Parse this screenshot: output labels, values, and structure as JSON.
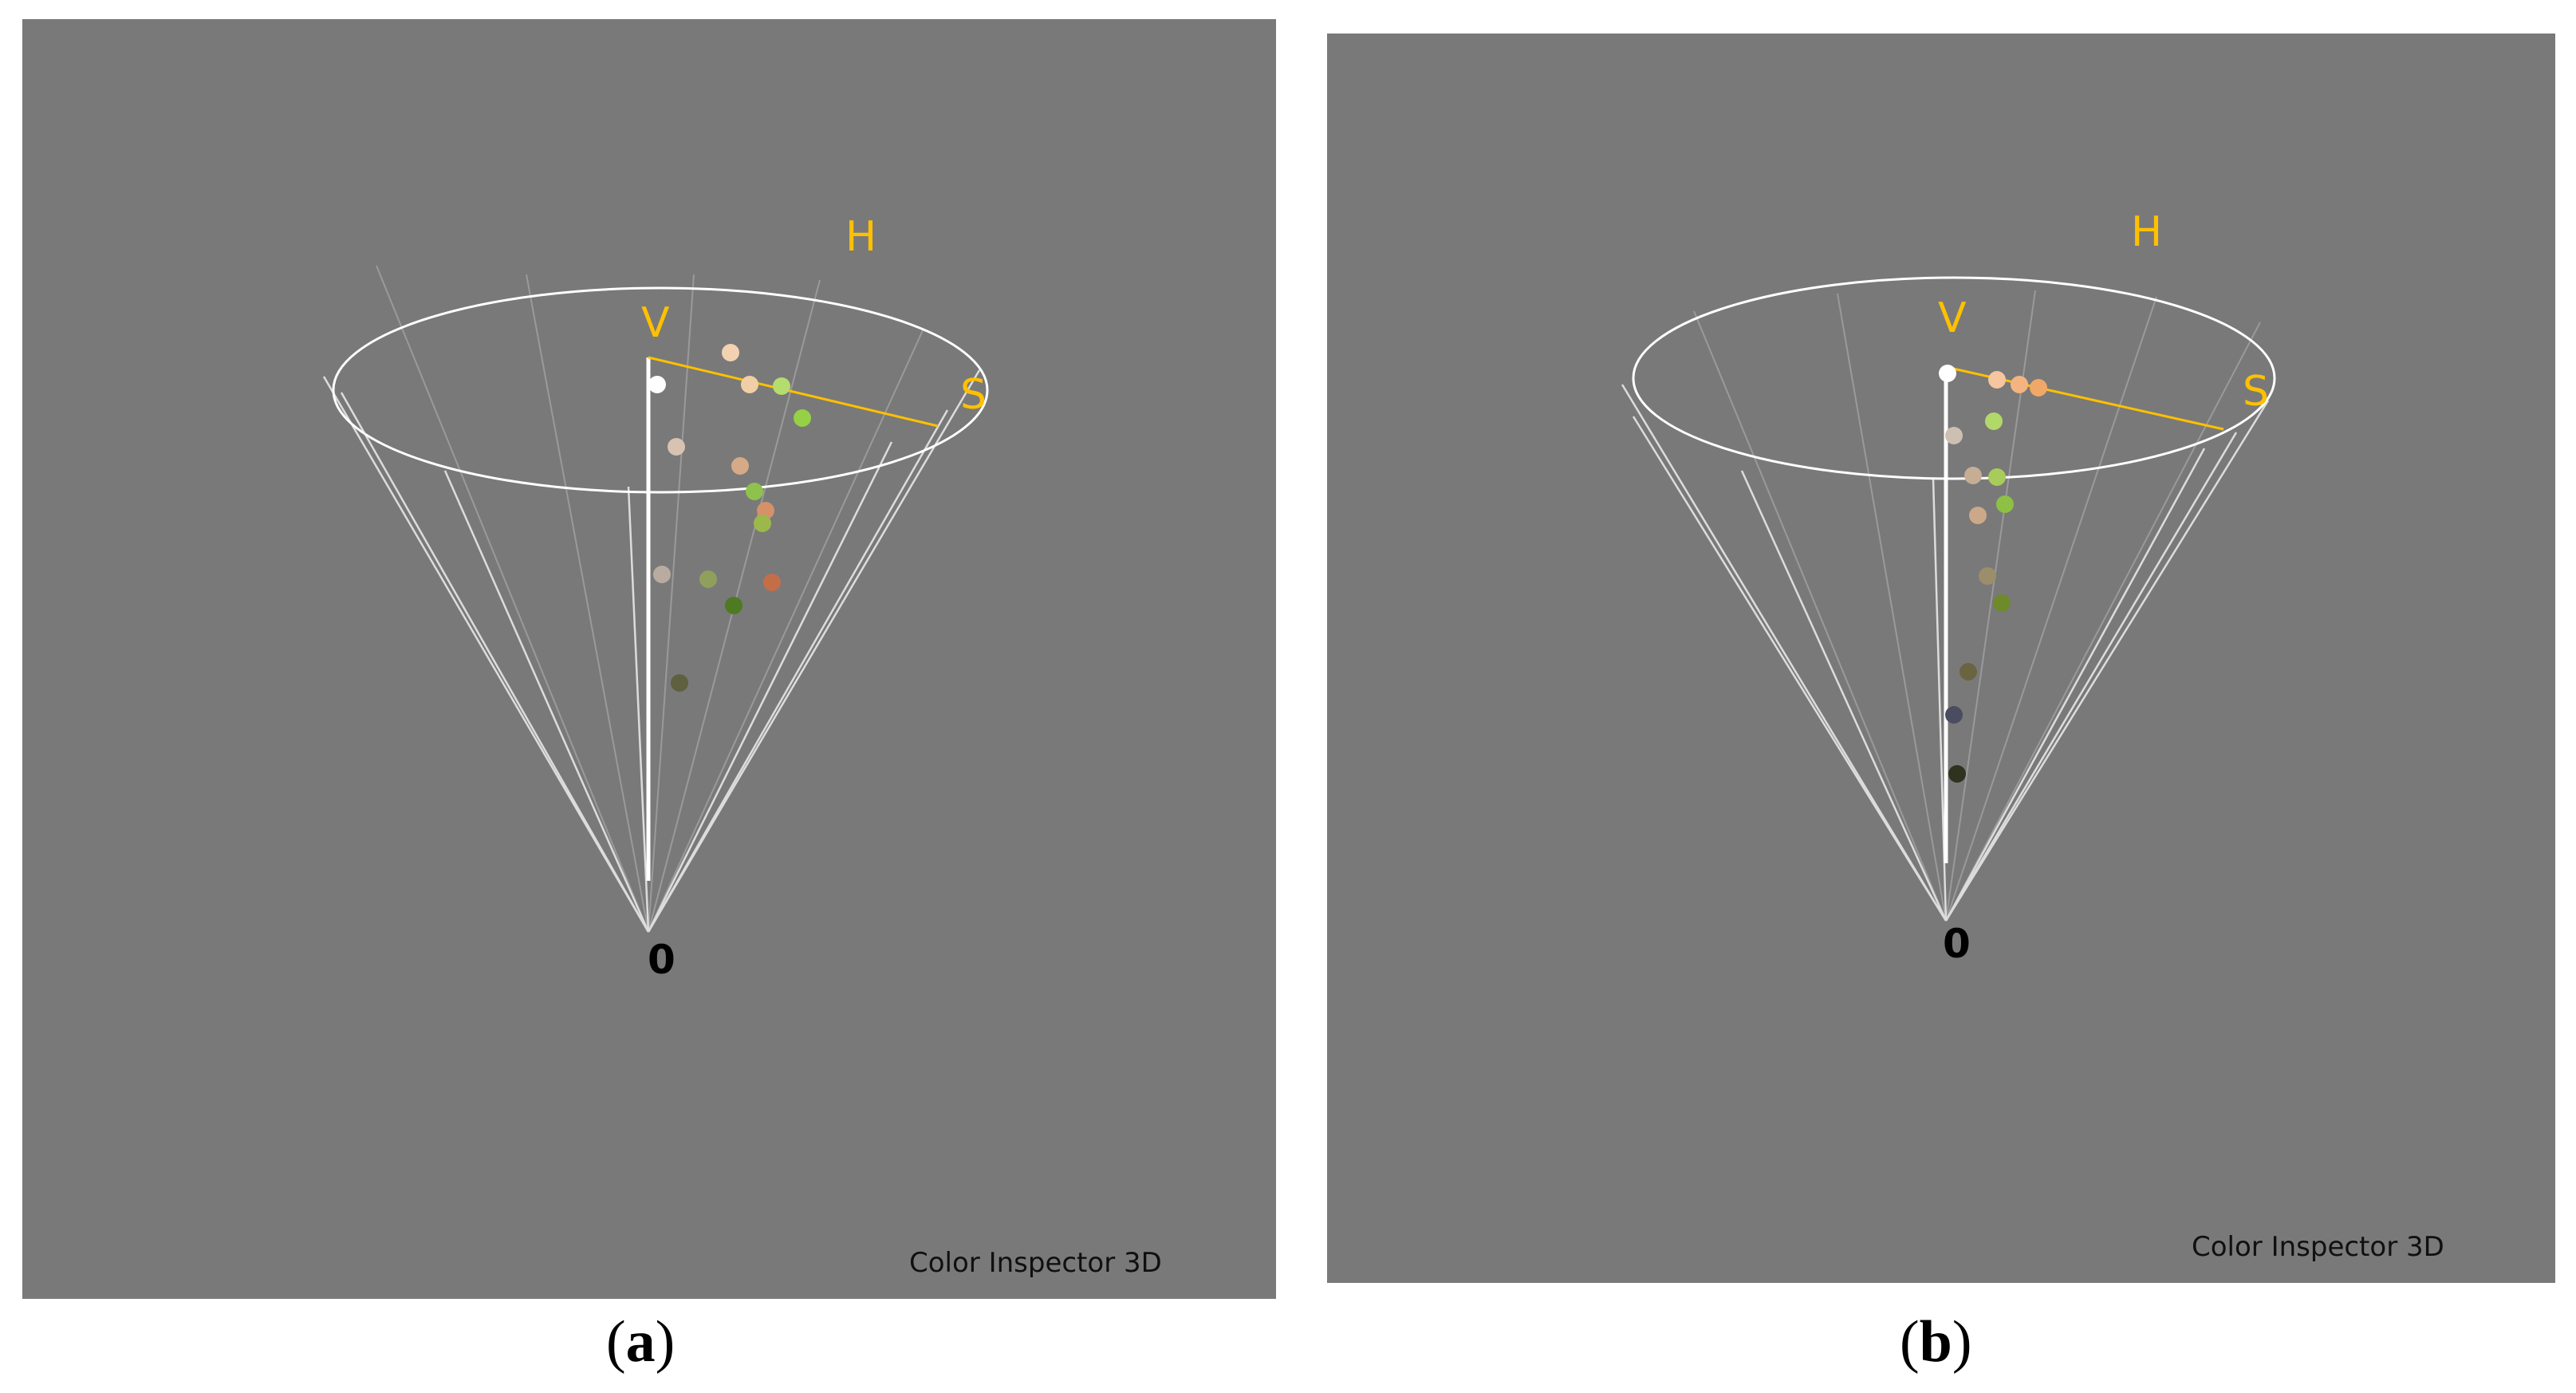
{
  "panels": [
    {
      "id": "a",
      "caption": "(a)",
      "caption_letter": "a",
      "footer": "Color Inspector 3D",
      "axes": {
        "h": "H",
        "v": "V",
        "s": "S",
        "origin": "0"
      },
      "background": "#797979",
      "points": [
        {
          "c": "#ffffff"
        },
        {
          "c": "#f3d2b2"
        },
        {
          "c": "#f0cfa6"
        },
        {
          "c": "#b4dc6e"
        },
        {
          "c": "#96d046"
        },
        {
          "c": "#d8c2b2"
        },
        {
          "c": "#d6aa86"
        },
        {
          "c": "#8fc24c"
        },
        {
          "c": "#d4916a"
        },
        {
          "c": "#9cb84a"
        },
        {
          "c": "#baaba0"
        },
        {
          "c": "#90a05c"
        },
        {
          "c": "#c46e48"
        },
        {
          "c": "#4e7a22"
        },
        {
          "c": "#5e6040"
        }
      ]
    },
    {
      "id": "b",
      "caption": "(b)",
      "caption_letter": "b",
      "footer": "Color Inspector 3D",
      "axes": {
        "h": "H",
        "v": "V",
        "s": "S",
        "origin": "0"
      },
      "background": "#797979",
      "points": [
        {
          "c": "#ffffff"
        },
        {
          "c": "#f6c6a0"
        },
        {
          "c": "#f4b482"
        },
        {
          "c": "#f0a868"
        },
        {
          "c": "#b2d86a"
        },
        {
          "c": "#cdbfb2"
        },
        {
          "c": "#c6ae94"
        },
        {
          "c": "#a8cc5a"
        },
        {
          "c": "#8ec044"
        },
        {
          "c": "#cca88a"
        },
        {
          "c": "#9c8e6a"
        },
        {
          "c": "#6e8a2a"
        },
        {
          "c": "#6a6440"
        },
        {
          "c": "#4a4c60"
        },
        {
          "c": "#303220"
        }
      ]
    }
  ]
}
